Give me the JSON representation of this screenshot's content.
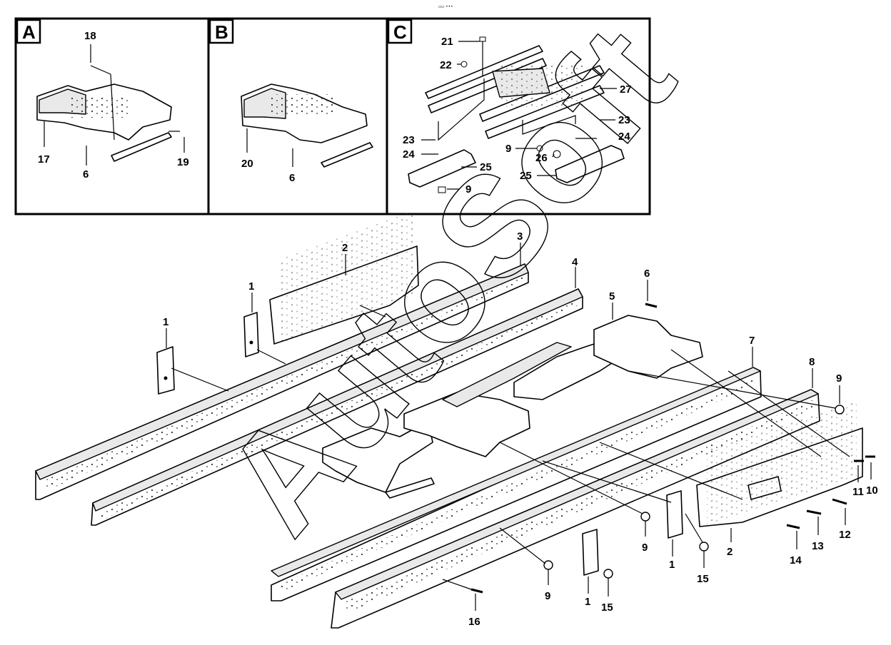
{
  "header_mark": "▫▫ •••",
  "watermark": "AutoSoft",
  "panels": [
    {
      "letter": "A",
      "callouts": [
        "18",
        "17",
        "6",
        "19"
      ]
    },
    {
      "letter": "B",
      "callouts": [
        "20",
        "6"
      ]
    },
    {
      "letter": "C",
      "callouts": [
        "21",
        "22",
        "27",
        "23",
        "24",
        "25",
        "9",
        "23",
        "24",
        "9",
        "26",
        "25"
      ]
    }
  ],
  "main_callouts": [
    "2",
    "3",
    "4",
    "1",
    "1",
    "6",
    "5",
    "7",
    "8",
    "9",
    "10",
    "11",
    "12",
    "13",
    "14",
    "2",
    "9",
    "1",
    "15",
    "9",
    "1",
    "15",
    "16"
  ],
  "colors": {
    "line": "#000000",
    "background": "#ffffff",
    "shade": "#e9e9e9"
  }
}
